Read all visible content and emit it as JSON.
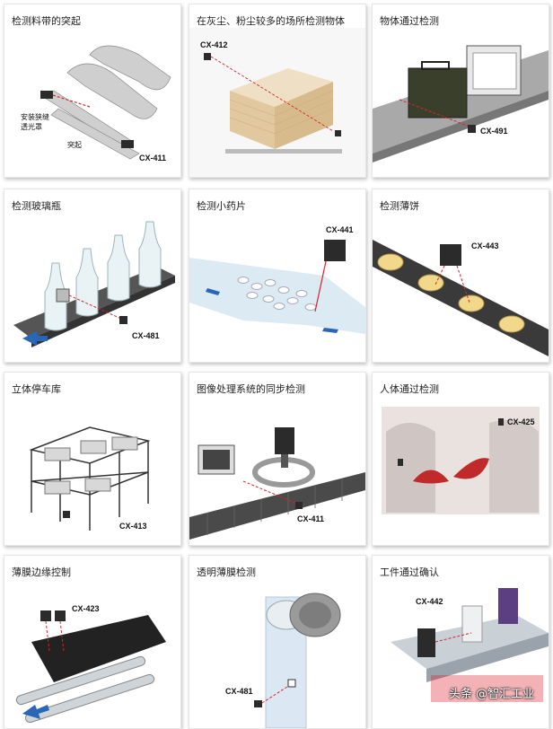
{
  "panels": [
    {
      "title": "检测料带的突起",
      "labels": [
        "安装狭缝",
        "透光罩",
        "突起",
        "CX-411"
      ]
    },
    {
      "title": "在灰尘、粉尘较多的场所检测物体",
      "labels": [
        "CX-412"
      ]
    },
    {
      "title": "物体通过检测",
      "labels": [
        "CX-491"
      ]
    },
    {
      "title": "检测玻璃瓶",
      "labels": [
        "CX-481"
      ]
    },
    {
      "title": "检测小药片",
      "labels": [
        "CX-441"
      ]
    },
    {
      "title": "检测薄饼",
      "labels": [
        "CX-443"
      ]
    },
    {
      "title": "立体停车库",
      "labels": [
        "CX-413"
      ]
    },
    {
      "title": "图像处理系统的同步检测",
      "labels": [
        "CX-411"
      ]
    },
    {
      "title": "人体通过检测",
      "labels": [
        "CX-425"
      ]
    },
    {
      "title": "薄膜边缘控制",
      "labels": [
        "CX-423"
      ]
    },
    {
      "title": "透明薄膜检测",
      "labels": [
        "CX-481"
      ]
    },
    {
      "title": "工件通过确认",
      "labels": [
        "CX-442"
      ]
    }
  ],
  "watermark": {
    "source": "头条",
    "account": "@智汇工业"
  },
  "colors": {
    "laser": "#d9232d",
    "sensor": "#2b2b2b",
    "belt": "#4a4a4a",
    "cardboard": "#e8d3b0"
  }
}
